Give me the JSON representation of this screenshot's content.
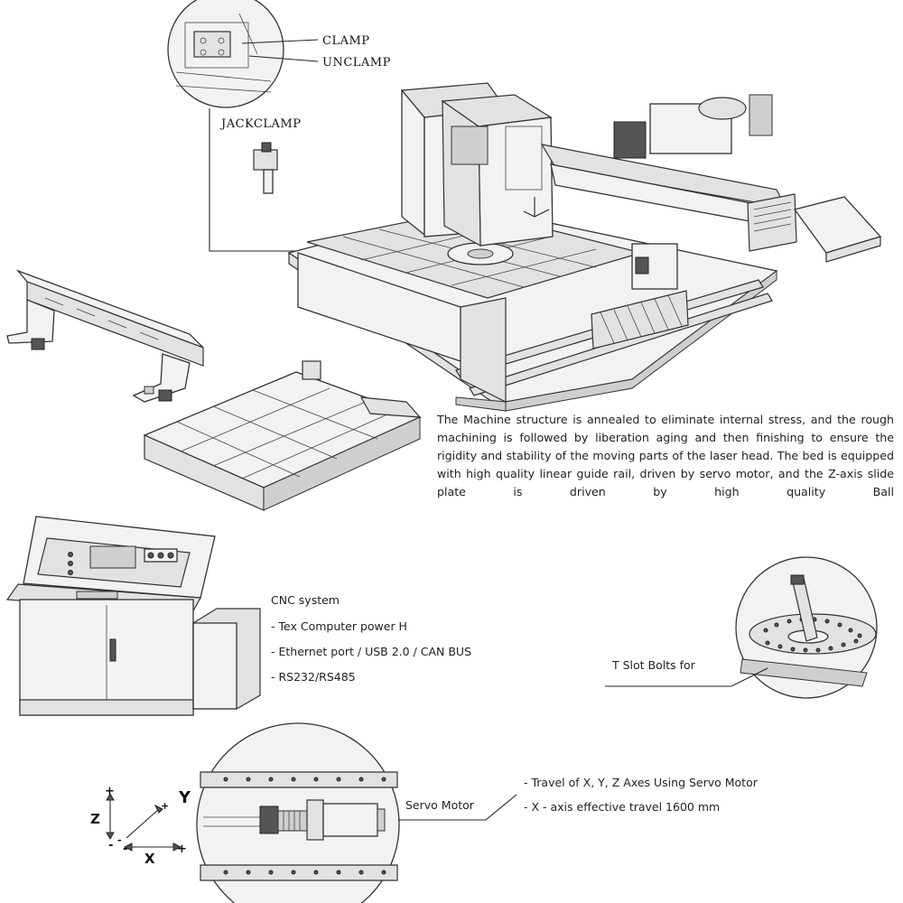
{
  "callouts": {
    "clamp": "CLAMP",
    "unclamp": "UNCLAMP",
    "jackclamp": "JACKCLAMP",
    "t_slot": "T Slot Bolts for",
    "servo_motor": "Servo Motor"
  },
  "description": "The Machine structure is annealed to eliminate internal stress, and the rough machining is followed by liberation aging and then finishing to ensure the rigidity and stability of the moving parts of the laser head. The bed is equipped with high quality linear guide rail, driven by servo motor, and the Z-axis slide plate is driven by high quality Ball",
  "cnc": {
    "title": "CNC system",
    "items": [
      "- Tex Computer power H",
      "- Ethernet port / USB 2.0 / CAN BUS",
      "- RS232/RS485"
    ]
  },
  "servo": {
    "items": [
      "- Travel of X, Y, Z Axes Using Servo Motor",
      "- X - axis effective travel 1600 mm"
    ]
  },
  "axes": {
    "x": "X",
    "y": "Y",
    "z": "Z",
    "plus": "+",
    "minus": "-"
  }
}
